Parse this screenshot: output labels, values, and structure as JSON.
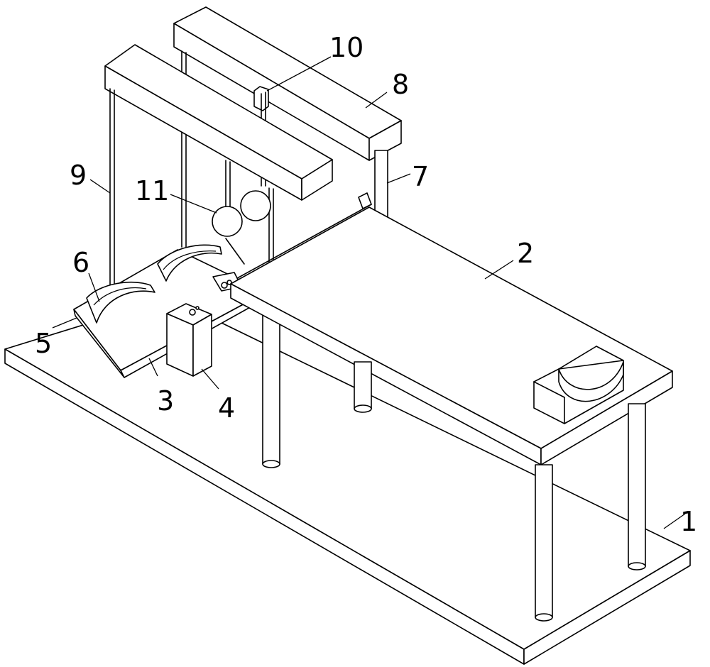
{
  "labels": {
    "base_plate": "1",
    "table_top": "2",
    "inclined_board": "3",
    "control_box": "4",
    "board_edge": "5",
    "arc_pad": "6",
    "support_column": "7",
    "crossbeam": "8",
    "hanging_rod": "9",
    "slider": "10",
    "ball": "11"
  },
  "colors": {
    "stroke": "#000000",
    "fill": "#ffffff"
  }
}
